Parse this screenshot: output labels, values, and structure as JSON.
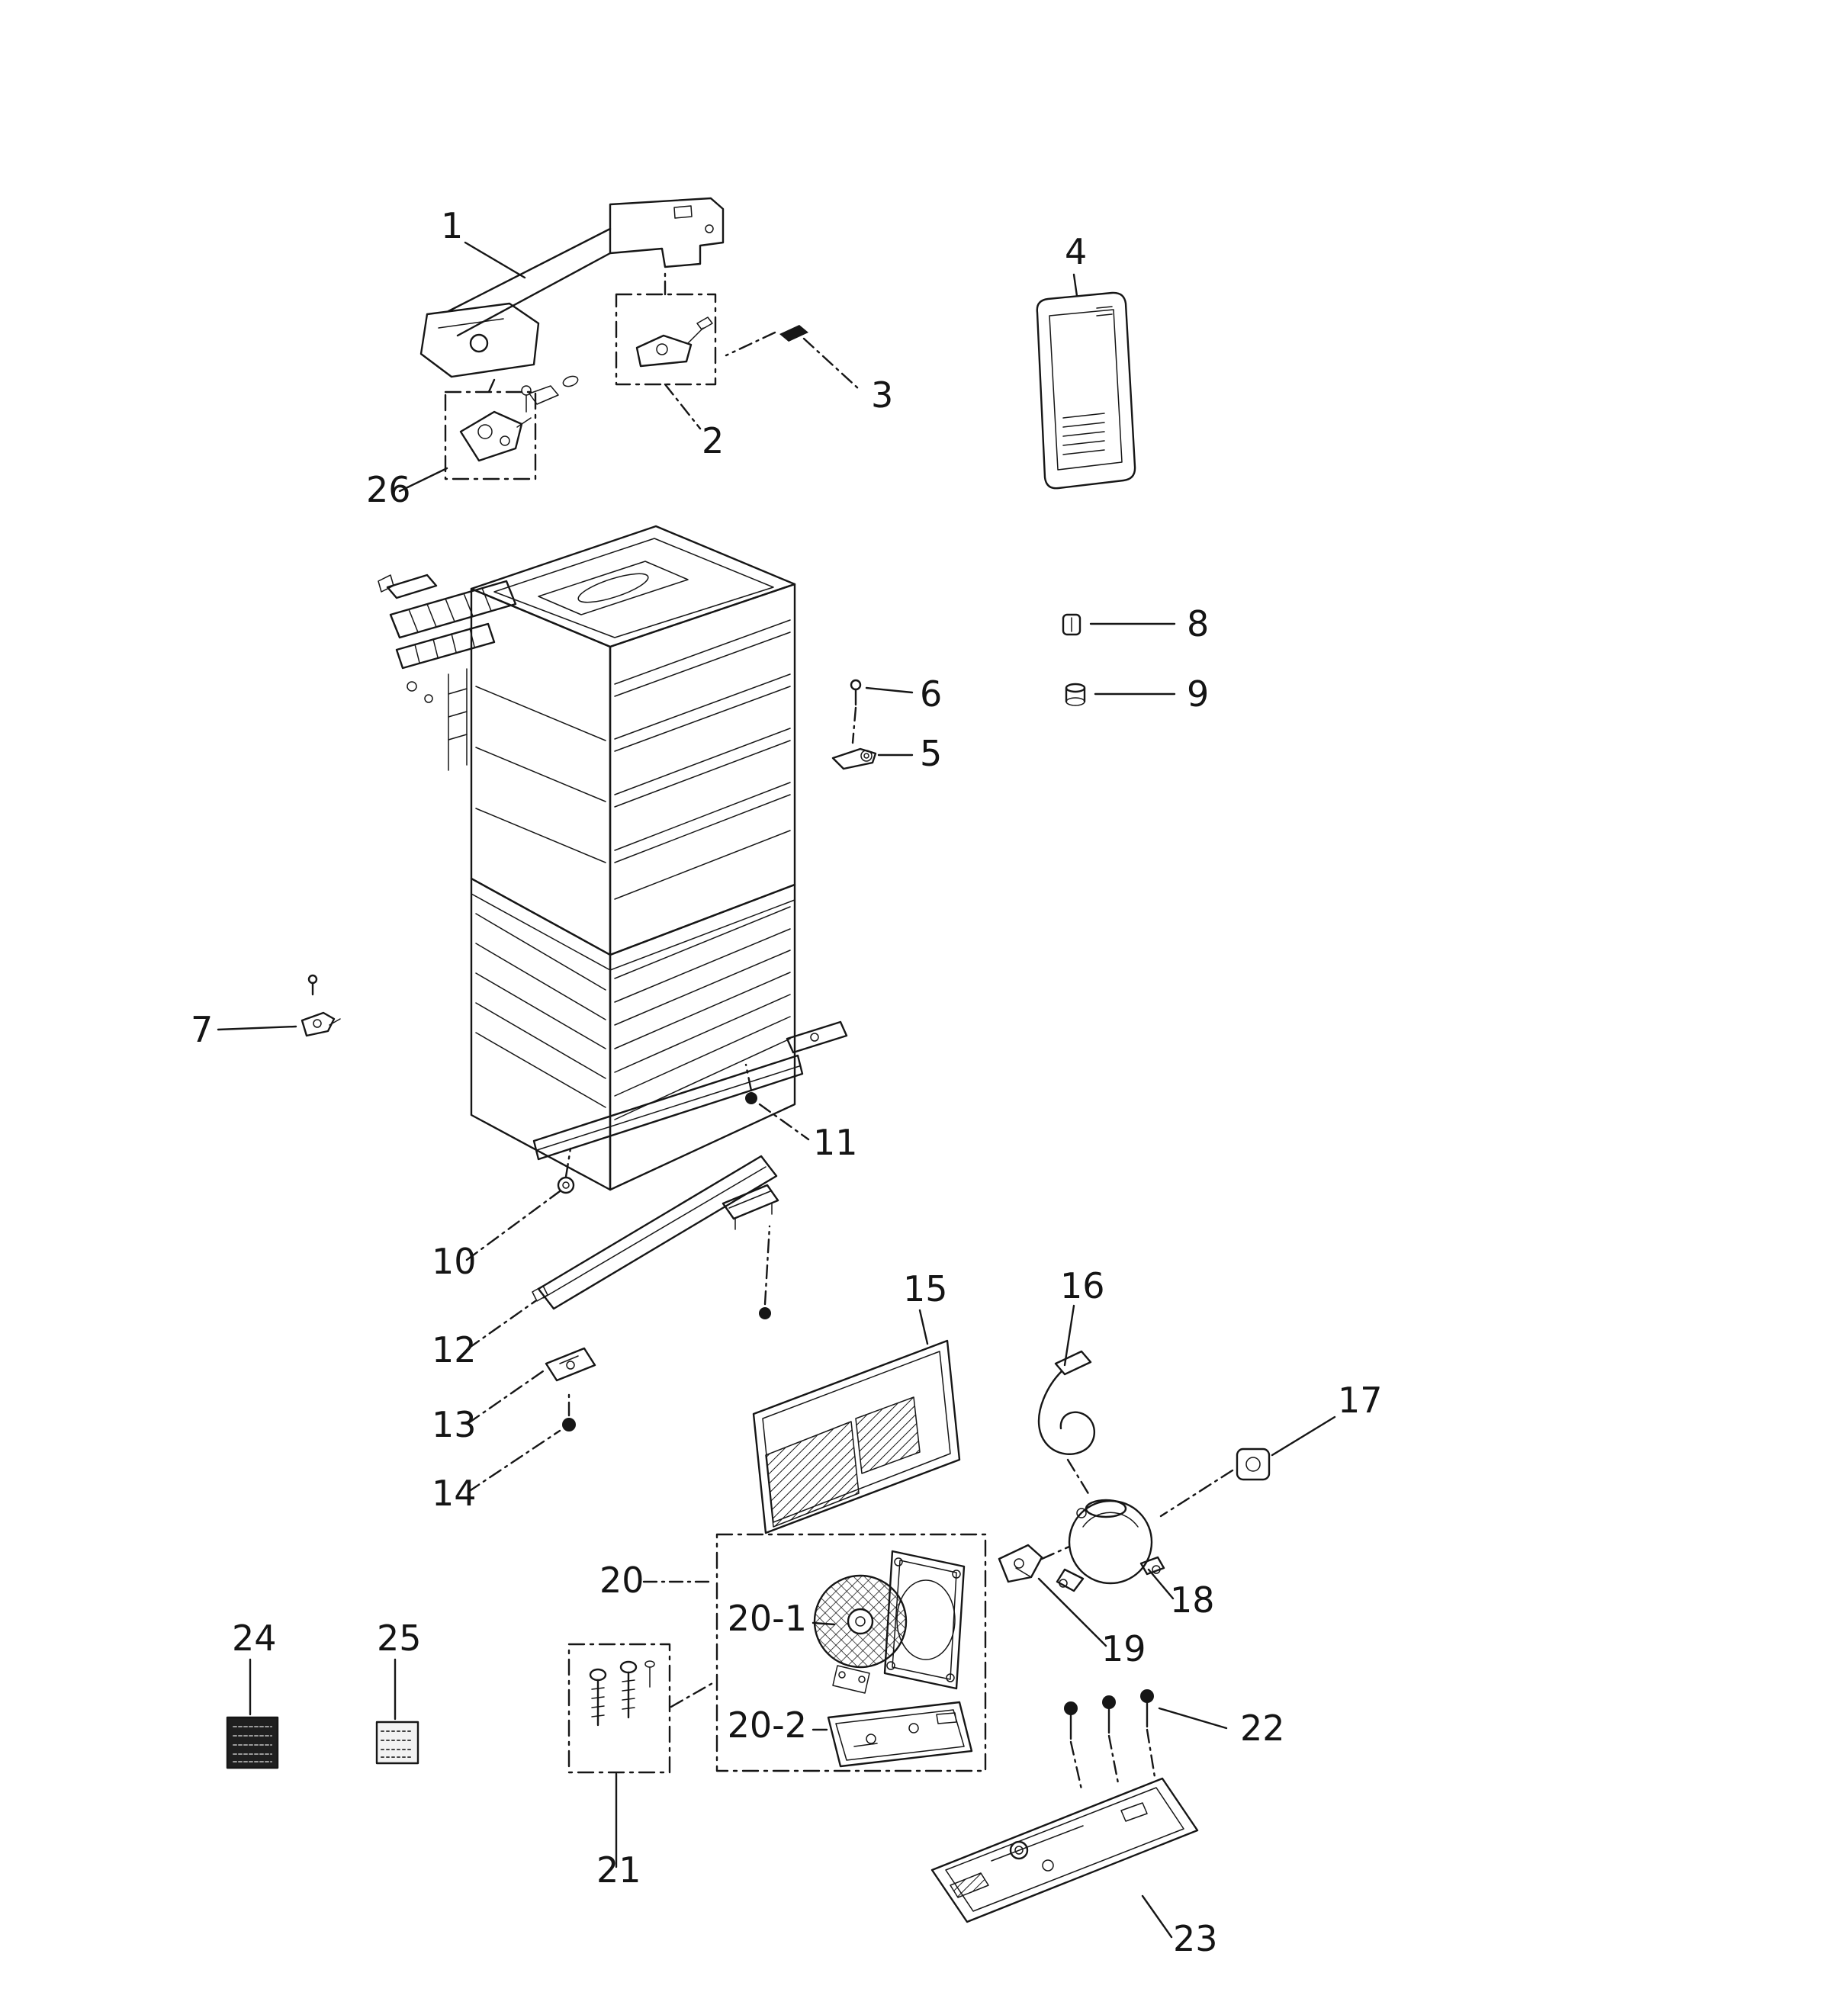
{
  "diagram": {
    "colors": {
      "line": "#161616",
      "background": "#ffffff"
    },
    "callouts": {
      "p1": "1",
      "p2": "2",
      "p3": "3",
      "p4": "4",
      "p5": "5",
      "p6": "6",
      "p7": "7",
      "p8": "8",
      "p9": "9",
      "p10": "10",
      "p11": "11",
      "p12": "12",
      "p13": "13",
      "p14": "14",
      "p15": "15",
      "p16": "16",
      "p17": "17",
      "p18": "18",
      "p19": "19",
      "p20": "20",
      "p20_1": "20-1",
      "p20_2": "20-2",
      "p21": "21",
      "p22": "22",
      "p23": "23",
      "p24": "24",
      "p25": "25",
      "p26": "26"
    }
  }
}
